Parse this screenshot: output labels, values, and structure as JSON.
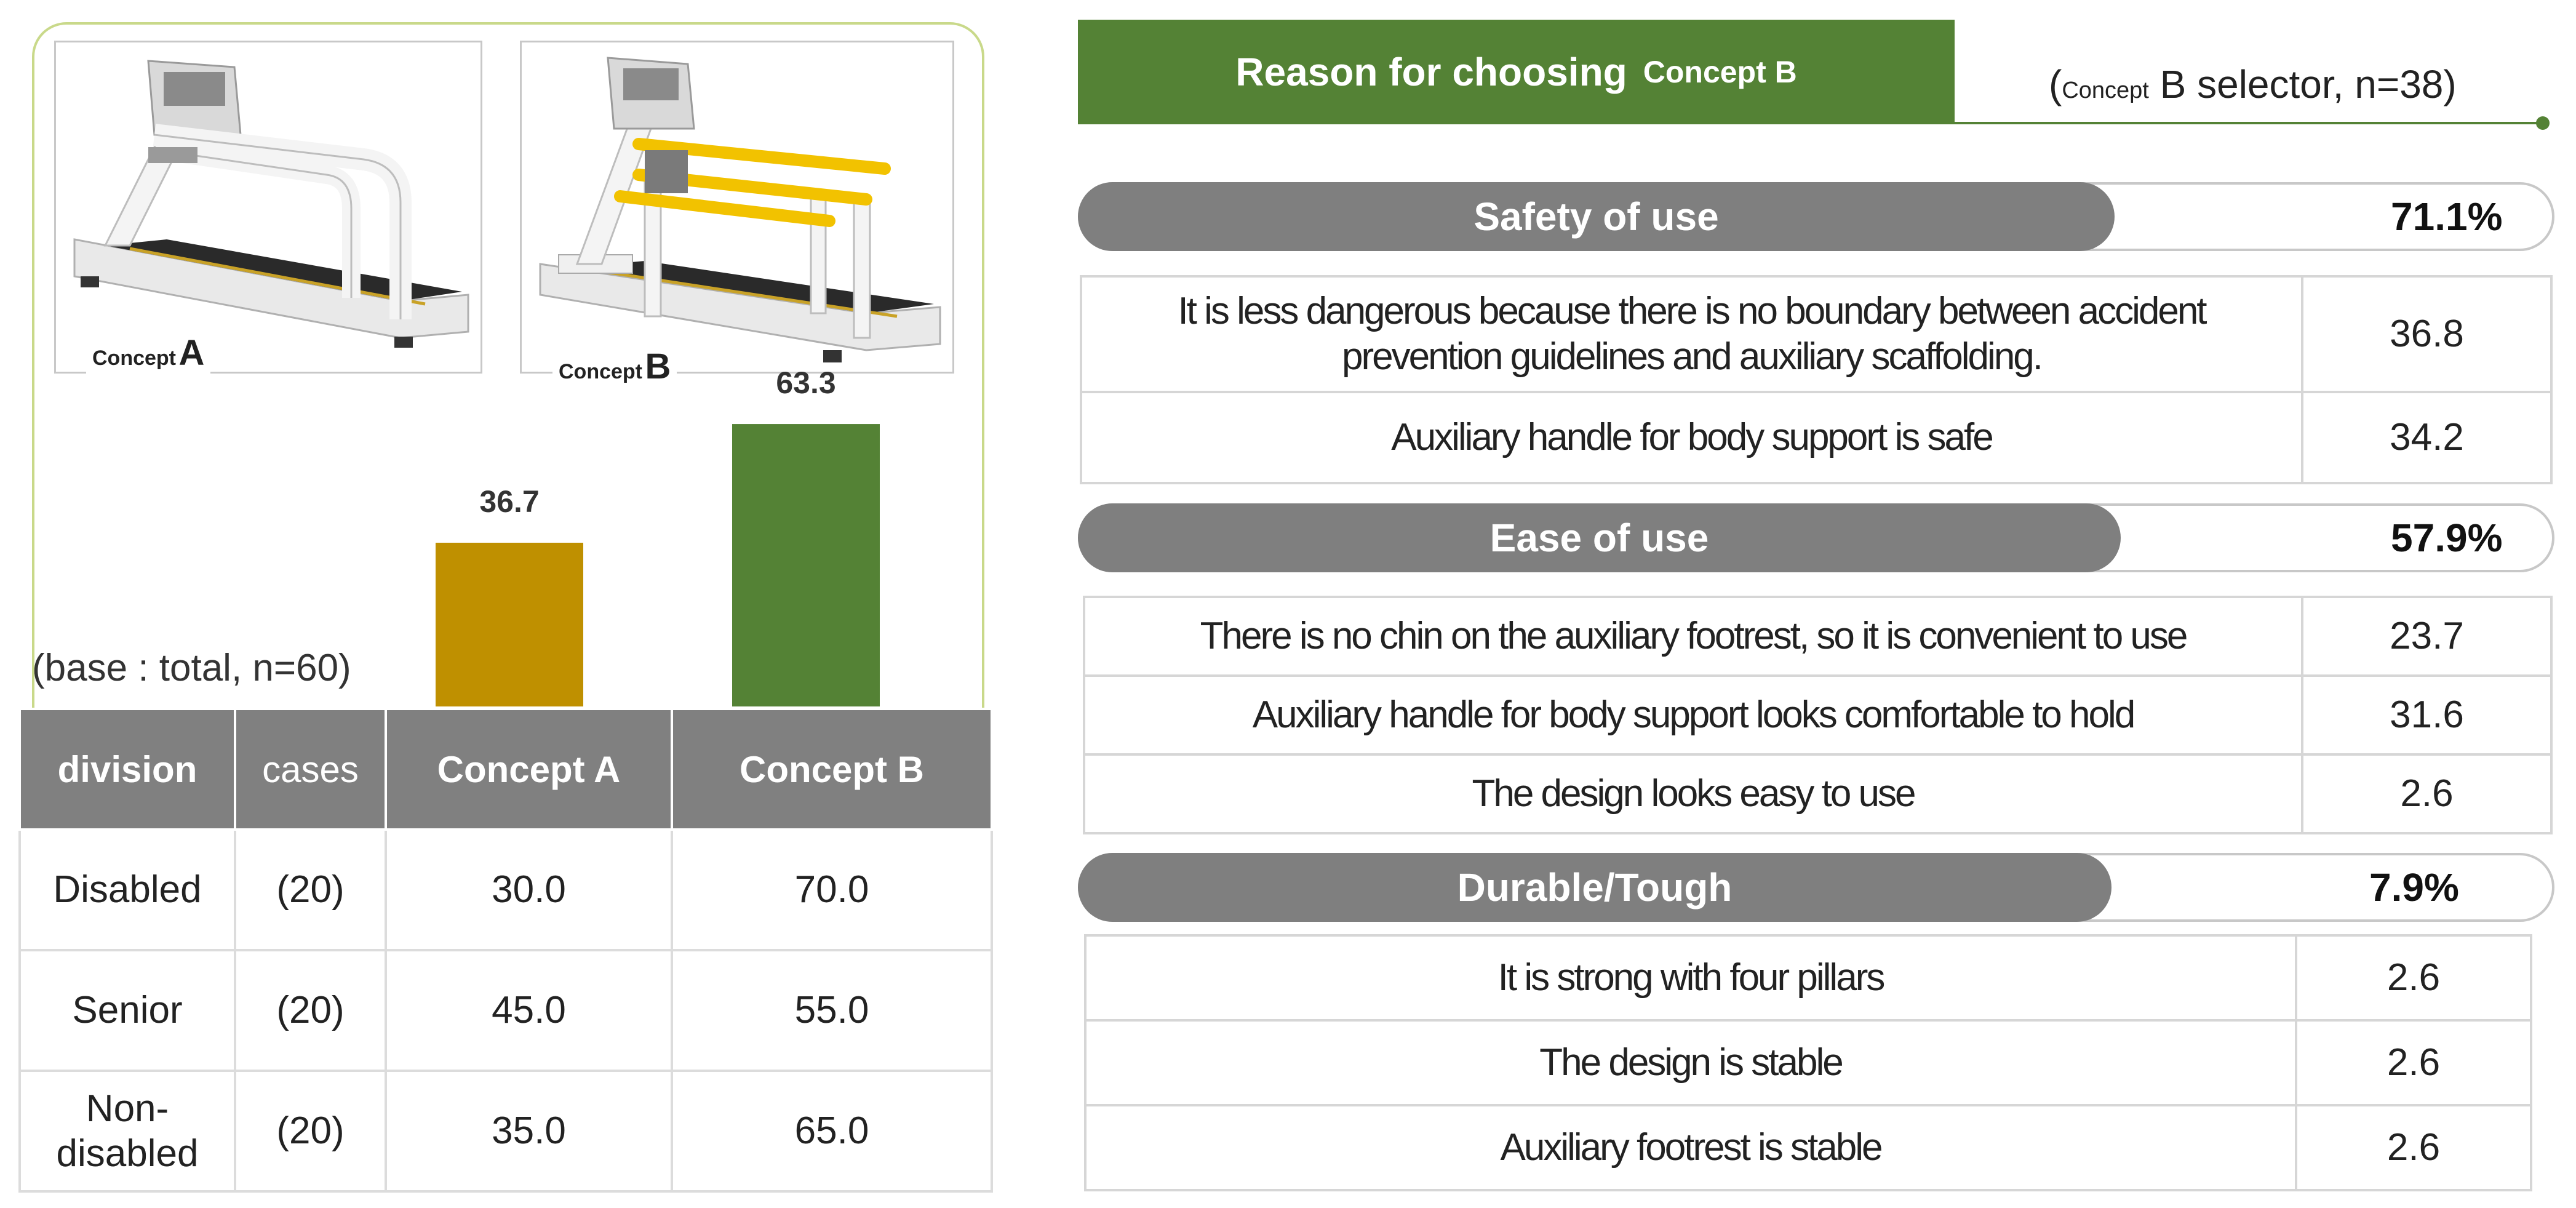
{
  "concepts": {
    "a": {
      "prefix": "Concept",
      "letter": "A"
    },
    "b": {
      "prefix": "Concept",
      "letter": "B"
    }
  },
  "chart_data": {
    "type": "bar",
    "categories": [
      "Concept A",
      "Concept B"
    ],
    "values": [
      36.7,
      63.3
    ],
    "colors": [
      "#bf9000",
      "#548235"
    ],
    "ylim": [
      0,
      100
    ],
    "grid": false,
    "value_labels": [
      "36.7",
      "63.3"
    ],
    "note": "(base : total, n=60)"
  },
  "left_table": {
    "headers": [
      "division",
      "cases",
      "Concept A",
      "Concept B"
    ],
    "rows": [
      {
        "division": "Disabled",
        "cases": "(20)",
        "a": "30.0",
        "b": "70.0"
      },
      {
        "division": "Senior",
        "cases": "(20)",
        "a": "45.0",
        "b": "55.0"
      },
      {
        "division": "Non-disabled",
        "cases": "(20)",
        "a": "35.0",
        "b": "65.0"
      }
    ]
  },
  "reason": {
    "title": "Reason for choosing",
    "title_concept": "Concept B",
    "note_open": "(",
    "note_small": "Concept",
    "note_rest": " B selector, n=38)"
  },
  "sections": [
    {
      "label": "Safety of use",
      "pct": "71.1%",
      "items": [
        {
          "text": "It is less dangerous because there is no boundary between accident prevention guidelines and auxiliary scaffolding.",
          "value": "36.8"
        },
        {
          "text": "Auxiliary handle for body support is safe",
          "value": "34.2"
        }
      ]
    },
    {
      "label": "Ease of use",
      "pct": "57.9%",
      "items": [
        {
          "text": "There is no chin on the auxiliary footrest, so it is convenient to use",
          "value": "23.7"
        },
        {
          "text": "Auxiliary handle for body support looks comfortable to hold",
          "value": "31.6"
        },
        {
          "text": "The design looks easy to use",
          "value": "2.6"
        }
      ]
    },
    {
      "label": "Durable/Tough",
      "pct": "7.9%",
      "items": [
        {
          "text": "It is strong with four pillars",
          "value": "2.6"
        },
        {
          "text": "The design is stable",
          "value": "2.6"
        },
        {
          "text": "Auxiliary footrest is stable",
          "value": "2.6"
        }
      ]
    }
  ],
  "colors": {
    "green": "#548235",
    "gold": "#bf9000",
    "gray": "#7f7f7f",
    "frame": "#c9d98a"
  }
}
